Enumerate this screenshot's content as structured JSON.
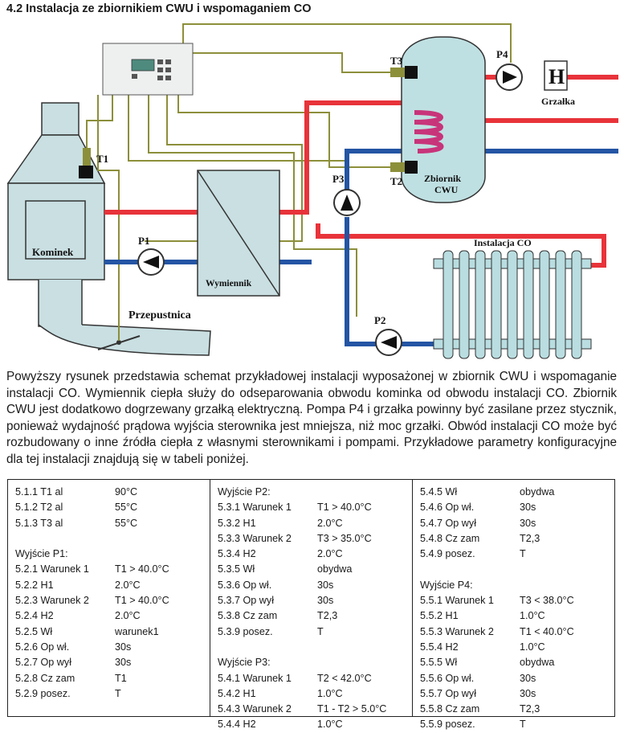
{
  "title": "4.2 Instalacja ze zbiornikiem CWU i wspomaganiem CO",
  "diagram": {
    "labels": {
      "kominek": "Kominek",
      "wymiennik": "Wymiennik",
      "przepustnica": "Przepustnica",
      "zbiornik_1": "Zbiornik",
      "zbiornik_2": "CWU",
      "instalacja_co": "Instalacja CO",
      "grzalka": "Grzałka",
      "h_symbol": "H",
      "t1": "T1",
      "t2": "T2",
      "t3": "T3",
      "p1": "P1",
      "p2": "P2",
      "p3": "P3",
      "p4": "P4"
    },
    "colors": {
      "hot": "#e8333a",
      "cold": "#2455a4",
      "coil_top": "#e8304a",
      "coil_bottom": "#3a5fb0",
      "signal_wire": "#8c8f3a",
      "radiator": "#b9dde0",
      "tank": "#bfe0e2",
      "fireplace": "#c9dfe2"
    }
  },
  "paragraph": "Powyższy rysunek przedstawia schemat przykładowej instalacji wyposażonej w zbiornik CWU i wspomaganie instalacji CO. Wymiennik ciepła służy do odseparowania obwodu kominka od obwodu instalacji CO. Zbiornik CWU jest dodatkowo dogrzewany grzałką elektryczną. Pompa P4 i grzałka powinny być zasilane przez stycznik, ponieważ wydajność prądowa wyjścia sterownika jest mniejsza, niż moc grzałki. Obwód instalacji CO może być rozbudowany o inne źródła ciepła z własnymi sterownikami i pompami. Przykładowe parametry konfiguracyjne dla tej instalacji znajdują się w tabeli poniżej.",
  "table": {
    "col1": [
      {
        "k": "5.1.1 T1 al",
        "v": "90°C"
      },
      {
        "k": "5.1.2 T2 al",
        "v": "55°C"
      },
      {
        "k": "5.1.3 T3 al",
        "v": "55°C"
      },
      {
        "k": "",
        "v": ""
      },
      {
        "k": "Wyjście P1:",
        "v": ""
      },
      {
        "k": "5.2.1 Warunek 1",
        "v": "T1 > 40.0°C"
      },
      {
        "k": "5.2.2 H1",
        "v": "2.0°C"
      },
      {
        "k": "5.2.3 Warunek 2",
        "v": "T1 > 40.0°C"
      },
      {
        "k": "5.2.4 H2",
        "v": "2.0°C"
      },
      {
        "k": "5.2.5 Wł",
        "v": "warunek1"
      },
      {
        "k": "5.2.6 Op wł.",
        "v": "30s"
      },
      {
        "k": "5.2.7 Op wył",
        "v": "30s"
      },
      {
        "k": "5.2.8 Cz zam",
        "v": "T1"
      },
      {
        "k": "5.2.9 posez.",
        "v": "T"
      }
    ],
    "col2": [
      {
        "k": "Wyjście P2:",
        "v": ""
      },
      {
        "k": "5.3.1 Warunek 1",
        "v": "T1 > 40.0°C"
      },
      {
        "k": "5.3.2 H1",
        "v": "2.0°C"
      },
      {
        "k": "5.3.3 Warunek 2",
        "v": "T3 > 35.0°C"
      },
      {
        "k": "5.3.4 H2",
        "v": "2.0°C"
      },
      {
        "k": "5.3.5 Wł",
        "v": "obydwa"
      },
      {
        "k": "5.3.6 Op wł.",
        "v": "30s"
      },
      {
        "k": "5.3.7 Op wył",
        "v": "30s"
      },
      {
        "k": "5.3.8 Cz zam",
        "v": "T2,3"
      },
      {
        "k": "5.3.9 posez.",
        "v": "T"
      },
      {
        "k": "",
        "v": ""
      },
      {
        "k": "Wyjście P3:",
        "v": ""
      },
      {
        "k": "5.4.1 Warunek 1",
        "v": "T2 < 42.0°C"
      },
      {
        "k": "5.4.2 H1",
        "v": "1.0°C"
      },
      {
        "k": "5.4.3 Warunek 2",
        "v": "T1 - T2 > 5.0°C"
      },
      {
        "k": "5.4.4 H2",
        "v": "1.0°C"
      }
    ],
    "col3": [
      {
        "k": "5.4.5 Wł",
        "v": "obydwa"
      },
      {
        "k": "5.4.6 Op wł.",
        "v": "30s"
      },
      {
        "k": "5.4.7 Op wył",
        "v": "30s"
      },
      {
        "k": "5.4.8 Cz zam",
        "v": "T2,3"
      },
      {
        "k": "5.4.9 posez.",
        "v": "T"
      },
      {
        "k": "",
        "v": ""
      },
      {
        "k": "Wyjście P4:",
        "v": ""
      },
      {
        "k": "5.5.1 Warunek 1",
        "v": "T3 < 38.0°C"
      },
      {
        "k": "5.5.2 H1",
        "v": "1.0°C"
      },
      {
        "k": "5.5.3 Warunek 2",
        "v": "T1 < 40.0°C"
      },
      {
        "k": "5.5.4 H2",
        "v": "1.0°C"
      },
      {
        "k": "5.5.5 Wł",
        "v": "obydwa"
      },
      {
        "k": "5.5.6 Op wł.",
        "v": "30s"
      },
      {
        "k": "5.5.7 Op wył",
        "v": "30s"
      },
      {
        "k": "5.5.8 Cz zam",
        "v": "T2,3"
      },
      {
        "k": "5.5.9 posez.",
        "v": "T"
      }
    ]
  }
}
